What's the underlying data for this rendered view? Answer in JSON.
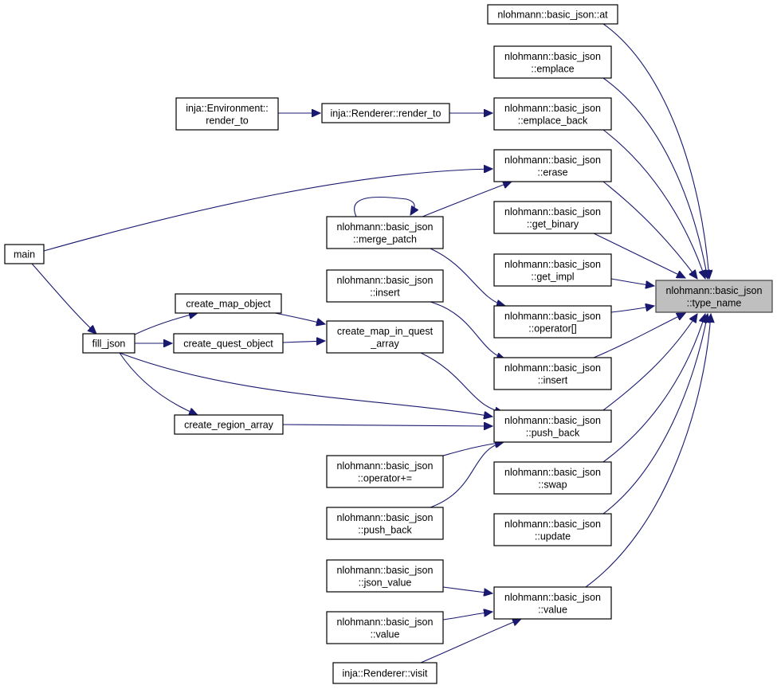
{
  "graph": {
    "focus_node": "type_name",
    "colors": {
      "edge": "#191970",
      "focus_fill": "#bfbfbf",
      "node_fill": "#ffffff",
      "node_border": "#000000"
    },
    "nodes": [
      {
        "id": "type_name",
        "lines": [
          "nlohmann::basic_json",
          "::type_name"
        ],
        "focus": true
      },
      {
        "id": "at",
        "lines": [
          "nlohmann::basic_json::at"
        ]
      },
      {
        "id": "emplace",
        "lines": [
          "nlohmann::basic_json",
          "::emplace"
        ]
      },
      {
        "id": "emplace_back",
        "lines": [
          "nlohmann::basic_json",
          "::emplace_back"
        ]
      },
      {
        "id": "erase",
        "lines": [
          "nlohmann::basic_json",
          "::erase"
        ]
      },
      {
        "id": "get_binary",
        "lines": [
          "nlohmann::basic_json",
          "::get_binary"
        ]
      },
      {
        "id": "get_impl",
        "lines": [
          "nlohmann::basic_json",
          "::get_impl"
        ]
      },
      {
        "id": "operator_idx",
        "lines": [
          "nlohmann::basic_json",
          "::operator[]"
        ]
      },
      {
        "id": "insert_r",
        "lines": [
          "nlohmann::basic_json",
          "::insert"
        ]
      },
      {
        "id": "push_back_r",
        "lines": [
          "nlohmann::basic_json",
          "::push_back"
        ]
      },
      {
        "id": "swap",
        "lines": [
          "nlohmann::basic_json",
          "::swap"
        ]
      },
      {
        "id": "update",
        "lines": [
          "nlohmann::basic_json",
          "::update"
        ]
      },
      {
        "id": "value_r",
        "lines": [
          "nlohmann::basic_json",
          "::value"
        ]
      },
      {
        "id": "renderer_render_to",
        "lines": [
          "inja::Renderer::render_to"
        ]
      },
      {
        "id": "env_render_to",
        "lines": [
          "inja::Environment::",
          "render_to"
        ]
      },
      {
        "id": "merge_patch",
        "lines": [
          "nlohmann::basic_json",
          "::merge_patch"
        ]
      },
      {
        "id": "insert_m",
        "lines": [
          "nlohmann::basic_json",
          "::insert"
        ]
      },
      {
        "id": "map_in_quest",
        "lines": [
          "create_map_in_quest",
          "_array"
        ]
      },
      {
        "id": "operator_pluseq",
        "lines": [
          "nlohmann::basic_json",
          "::operator+="
        ]
      },
      {
        "id": "push_back_m",
        "lines": [
          "nlohmann::basic_json",
          "::push_back"
        ]
      },
      {
        "id": "json_value",
        "lines": [
          "nlohmann::basic_json",
          "::json_value"
        ]
      },
      {
        "id": "value_m",
        "lines": [
          "nlohmann::basic_json",
          "::value"
        ]
      },
      {
        "id": "visit",
        "lines": [
          "inja::Renderer::visit"
        ]
      },
      {
        "id": "create_map_object",
        "lines": [
          "create_map_object"
        ]
      },
      {
        "id": "create_quest_object",
        "lines": [
          "create_quest_object"
        ]
      },
      {
        "id": "create_region_array",
        "lines": [
          "create_region_array"
        ]
      },
      {
        "id": "fill_json",
        "lines": [
          "fill_json"
        ]
      },
      {
        "id": "main",
        "lines": [
          "main"
        ]
      }
    ],
    "edges": [
      {
        "from": "at",
        "to": "type_name"
      },
      {
        "from": "emplace",
        "to": "type_name"
      },
      {
        "from": "emplace_back",
        "to": "type_name"
      },
      {
        "from": "erase",
        "to": "type_name"
      },
      {
        "from": "get_binary",
        "to": "type_name"
      },
      {
        "from": "get_impl",
        "to": "type_name"
      },
      {
        "from": "operator_idx",
        "to": "type_name"
      },
      {
        "from": "insert_r",
        "to": "type_name"
      },
      {
        "from": "push_back_r",
        "to": "type_name"
      },
      {
        "from": "swap",
        "to": "type_name"
      },
      {
        "from": "update",
        "to": "type_name"
      },
      {
        "from": "value_r",
        "to": "type_name"
      },
      {
        "from": "renderer_render_to",
        "to": "emplace_back"
      },
      {
        "from": "env_render_to",
        "to": "renderer_render_to"
      },
      {
        "from": "main",
        "to": "erase"
      },
      {
        "from": "merge_patch",
        "to": "erase"
      },
      {
        "from": "merge_patch",
        "to": "merge_patch"
      },
      {
        "from": "merge_patch",
        "to": "operator_idx"
      },
      {
        "from": "insert_m",
        "to": "insert_r"
      },
      {
        "from": "map_in_quest",
        "to": "push_back_r"
      },
      {
        "from": "fill_json",
        "to": "push_back_r"
      },
      {
        "from": "create_region_array",
        "to": "push_back_r"
      },
      {
        "from": "operator_pluseq",
        "to": "push_back_r"
      },
      {
        "from": "push_back_m",
        "to": "push_back_r"
      },
      {
        "from": "json_value",
        "to": "value_r"
      },
      {
        "from": "value_m",
        "to": "value_r"
      },
      {
        "from": "visit",
        "to": "value_r"
      },
      {
        "from": "create_map_object",
        "to": "map_in_quest"
      },
      {
        "from": "create_quest_object",
        "to": "map_in_quest"
      },
      {
        "from": "fill_json",
        "to": "create_map_object"
      },
      {
        "from": "fill_json",
        "to": "create_quest_object"
      },
      {
        "from": "fill_json",
        "to": "create_region_array"
      },
      {
        "from": "main",
        "to": "fill_json"
      }
    ]
  }
}
